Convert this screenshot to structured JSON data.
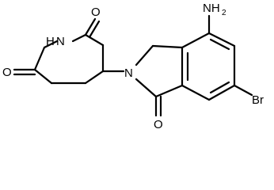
{
  "structure": {
    "atom_labels": {
      "nh": "H",
      "n_imide": "N",
      "o_imide_top": "O",
      "o_imide_left": "O",
      "n_lactam": "N",
      "o_lactam": "O",
      "nh2": "NH",
      "nh2_subscript": "2",
      "br": "Br"
    }
  }
}
